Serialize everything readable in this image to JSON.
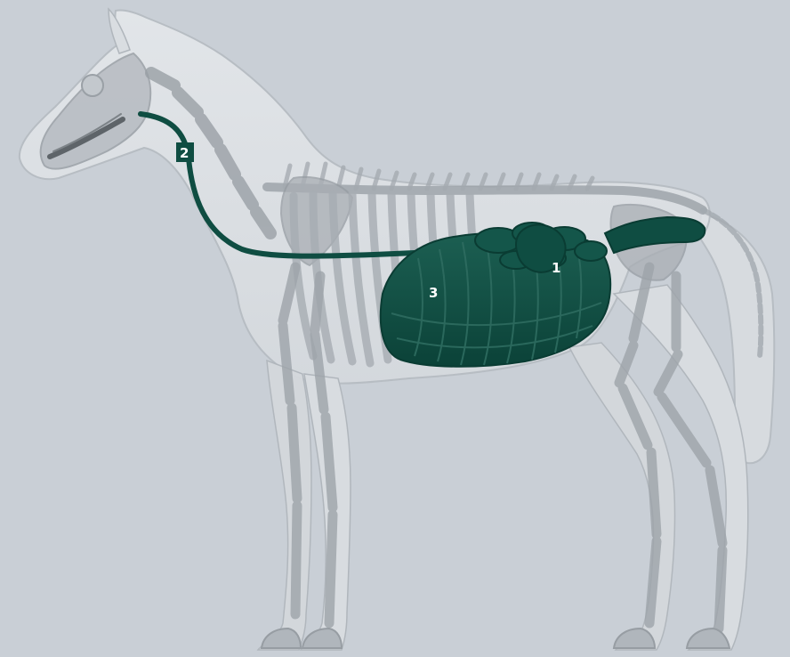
{
  "diagram": {
    "subject": "horse-digestive-system",
    "colors": {
      "background": "#c9cfd6",
      "body_fill": "#dfe2e6",
      "body_outline": "#b7bdc3",
      "bone": "#a7adb3",
      "bone_dark": "#8f959b",
      "organ": "#0f4d42",
      "organ_highlight": "#2d6b5f"
    },
    "labels": [
      {
        "id": "1",
        "text": "1",
        "target": "stomach"
      },
      {
        "id": "2",
        "text": "2",
        "target": "oesophagus"
      },
      {
        "id": "3",
        "text": "3",
        "target": "large-intestine"
      }
    ]
  }
}
